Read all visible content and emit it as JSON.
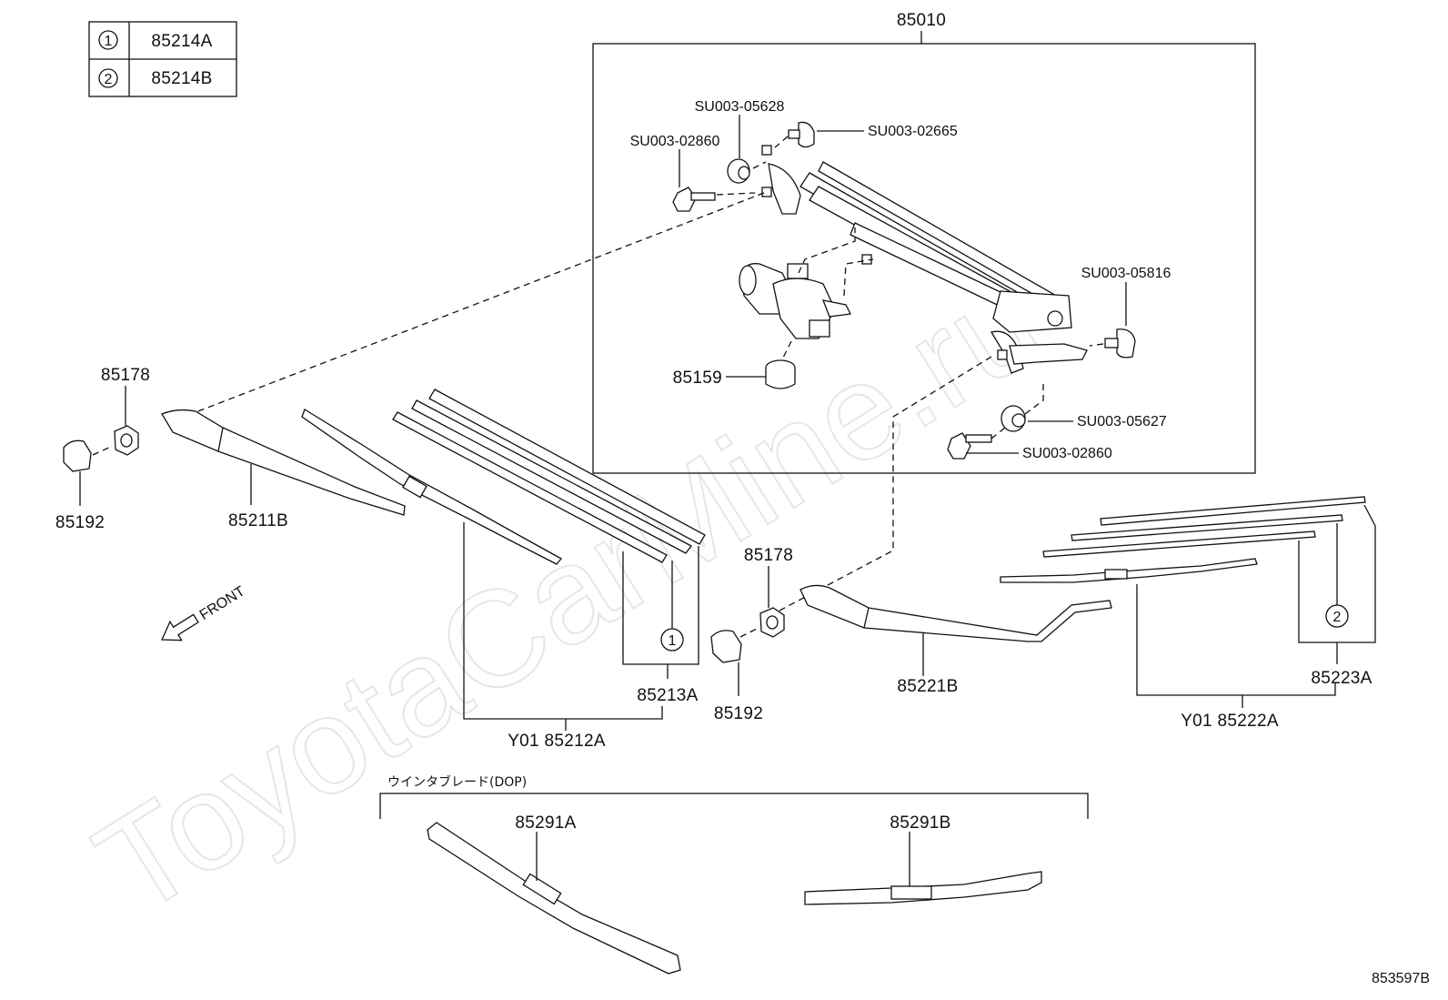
{
  "watermark": "ToyotaCarMine.ru",
  "legend": {
    "rows": [
      {
        "marker": "1",
        "part_no": "85214A"
      },
      {
        "marker": "2",
        "part_no": "85214B"
      }
    ]
  },
  "group_labels": {
    "assembly": "85010",
    "dop_title": "ウインタブレード(DOP)"
  },
  "part_labels": {
    "su_05628": "SU003-05628",
    "su_02665": "SU003-02665",
    "su_02860_top": "SU003-02860",
    "su_05816": "SU003-05816",
    "motor": "85159",
    "su_05627": "SU003-05627",
    "su_02860_bottom": "SU003-02860",
    "nut_left": "85178",
    "cap_left": "85192",
    "arm_left": "85211B",
    "rubber_left": "85213A",
    "blade_left": "Y01 85212A",
    "nut_right": "85178",
    "cap_right": "85192",
    "arm_right": "85221B",
    "rubber_right": "85223A",
    "blade_right": "Y01 85222A",
    "winter_blade_a": "85291A",
    "winter_blade_b": "85291B"
  },
  "callouts": {
    "circle_1": "1",
    "circle_2": "2"
  },
  "front_label": "FRONT",
  "figure_id": "853597B"
}
